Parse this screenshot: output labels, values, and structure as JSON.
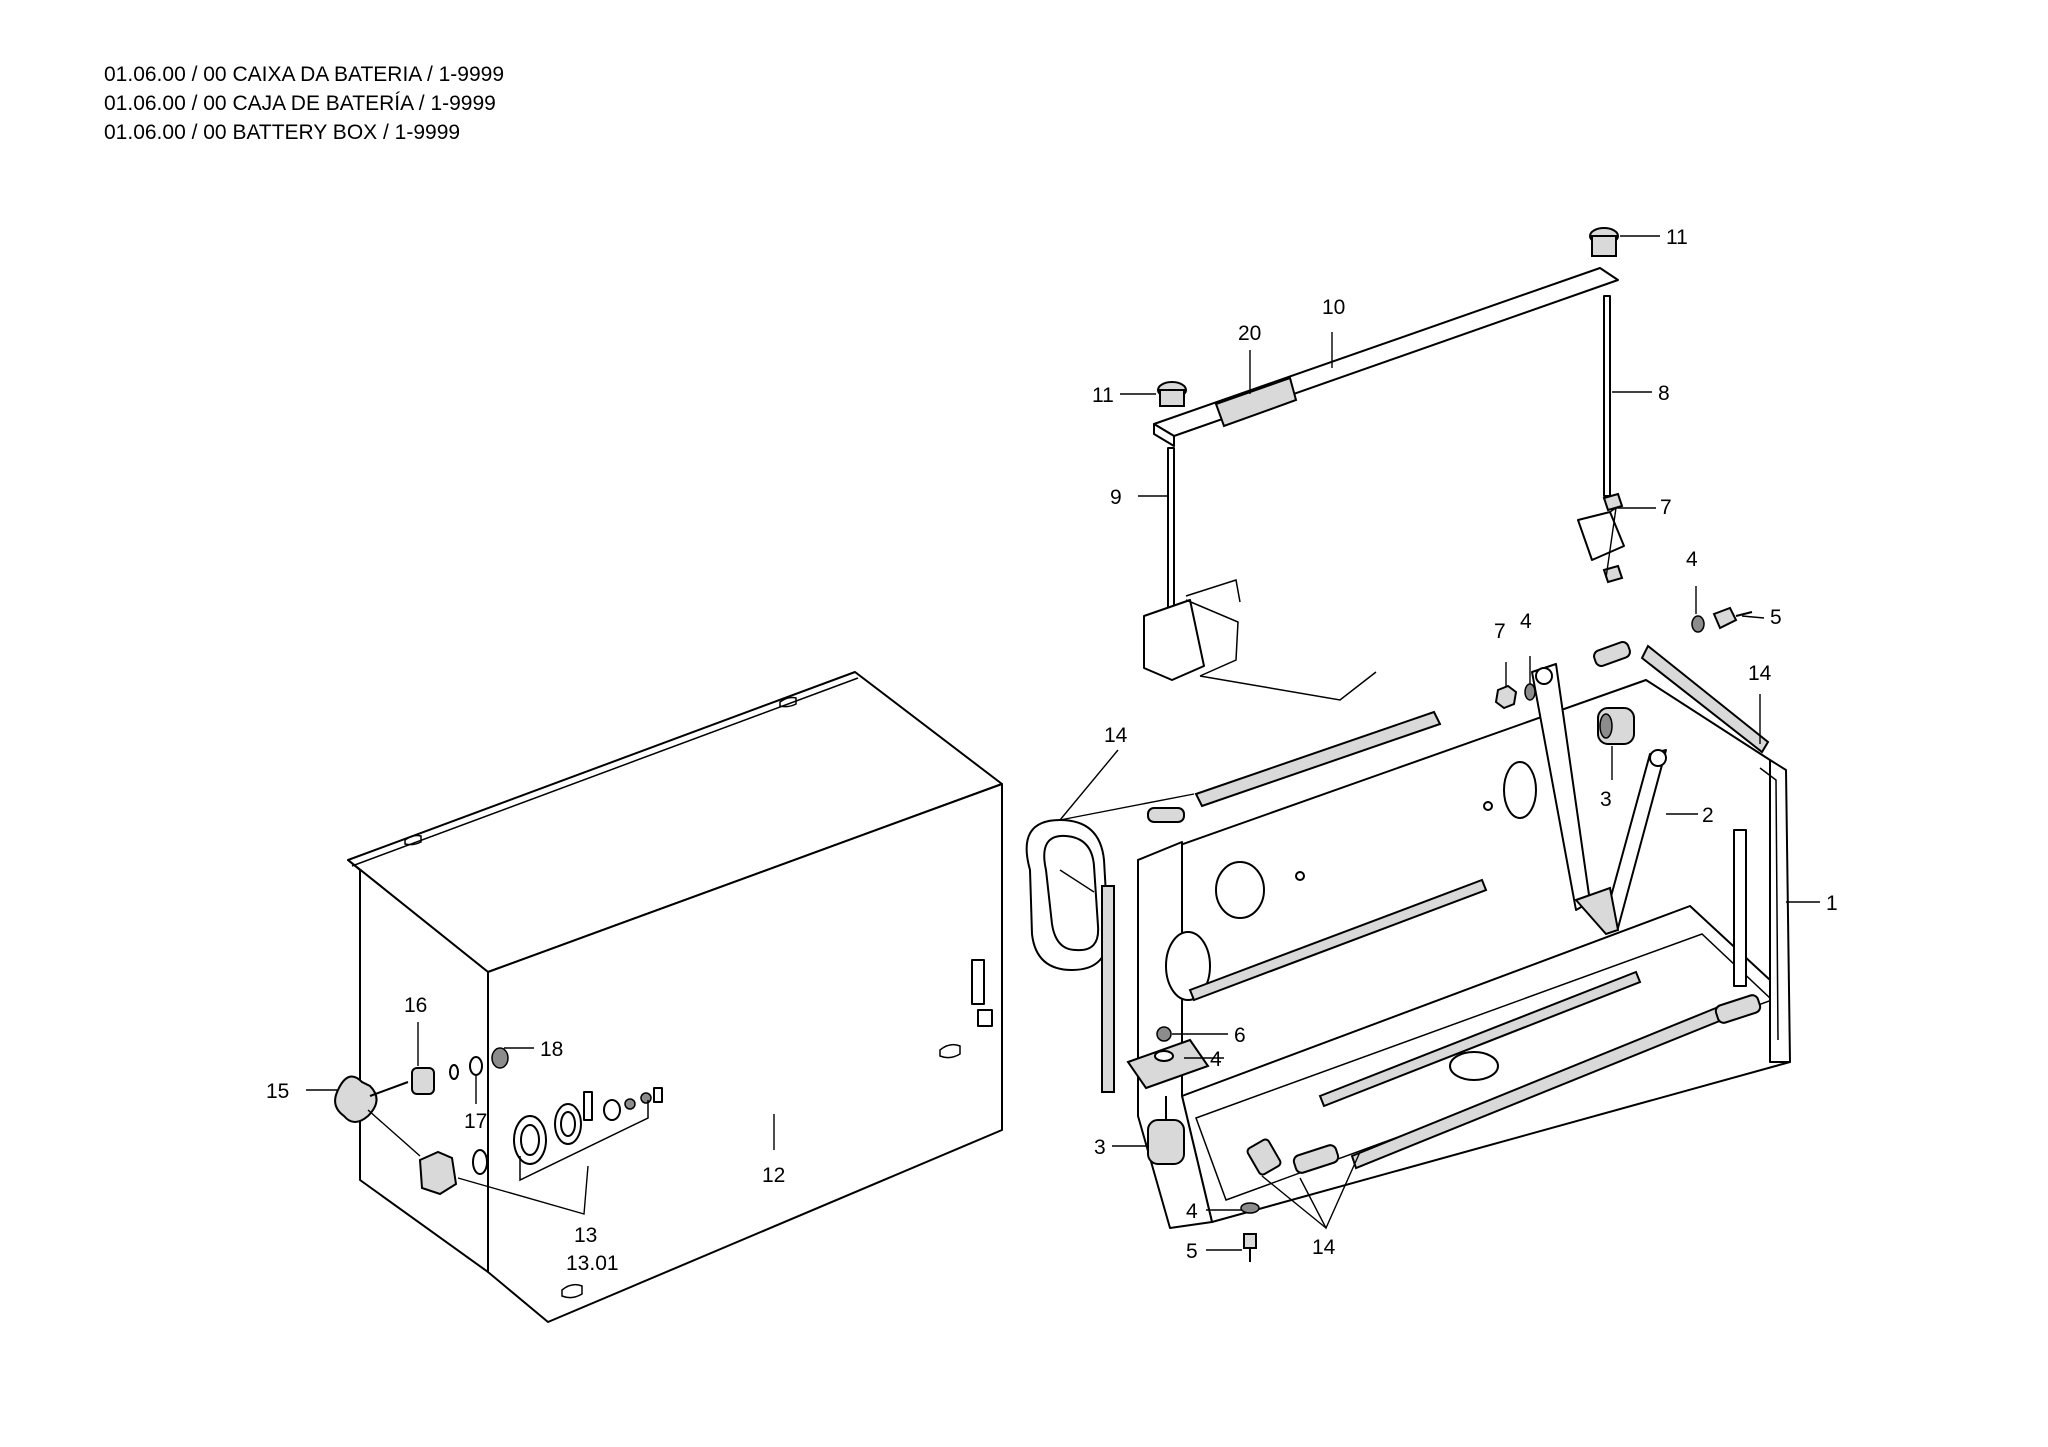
{
  "header": {
    "line1": "01.06.00 / 00 CAIXA DA BATERIA / 1-9999",
    "line2": "01.06.00 / 00 CAJA DE BATERÍA / 1-9999",
    "line3": "01.06.00 / 00 BATTERY BOX / 1-9999"
  },
  "callouts": {
    "c1": "1",
    "c2": "2",
    "c3a": "3",
    "c3b": "3",
    "c4a": "4",
    "c4b": "4",
    "c4c": "4",
    "c4d": "4",
    "c5a": "5",
    "c5b": "5",
    "c6": "6",
    "c7a": "7",
    "c7b": "7",
    "c8": "8",
    "c9": "9",
    "c10": "10",
    "c11a": "11",
    "c11b": "11",
    "c12": "12",
    "c13": "13",
    "c1301": "13.01",
    "c14a": "14",
    "c14b": "14",
    "c14c": "14",
    "c15": "15",
    "c16": "16",
    "c17": "17",
    "c18": "18",
    "c20": "20"
  }
}
